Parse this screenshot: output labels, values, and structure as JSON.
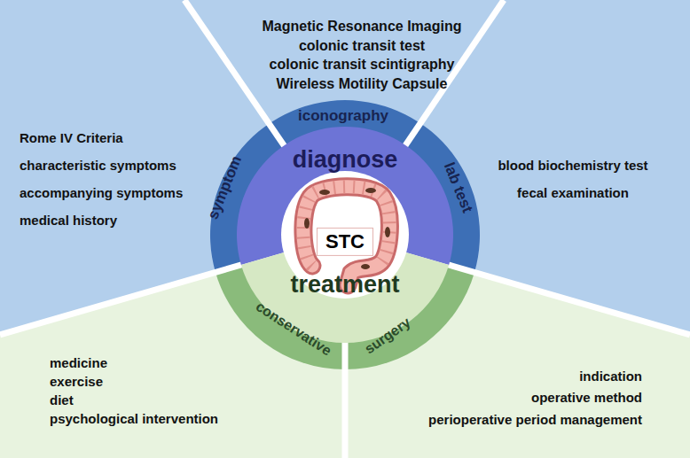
{
  "diagram": {
    "nodes": [
      {
        "text": [
          "Rome IV Criteria",
          "characteristic symptoms",
          "accompanying symptoms",
          "medical history"
        ]
      },
      {
        "text": [
          "Magnetic Resonance Imaging",
          "colonic transit test",
          "colonic transit scintigraphy",
          "Wireless Motility Capsule"
        ]
      },
      {
        "text": [
          "blood biochemistry test",
          "fecal examination"
        ]
      },
      {
        "text": [
          "symptom"
        ]
      },
      {
        "text": [
          "iconography"
        ]
      },
      {
        "text": [
          "lab test"
        ]
      },
      {
        "text": [
          "diagnose"
        ]
      },
      {
        "text": [
          "STC"
        ]
      },
      {
        "text": [
          "treatment"
        ]
      },
      {
        "text": [
          "conservative"
        ]
      },
      {
        "text": [
          "surgery"
        ]
      },
      {
        "text": [
          "medicine",
          "exercise",
          "diet",
          "psychological intervention"
        ]
      },
      {
        "text": [
          "indication",
          "operative method",
          "perioperative period management"
        ]
      }
    ]
  }
}
